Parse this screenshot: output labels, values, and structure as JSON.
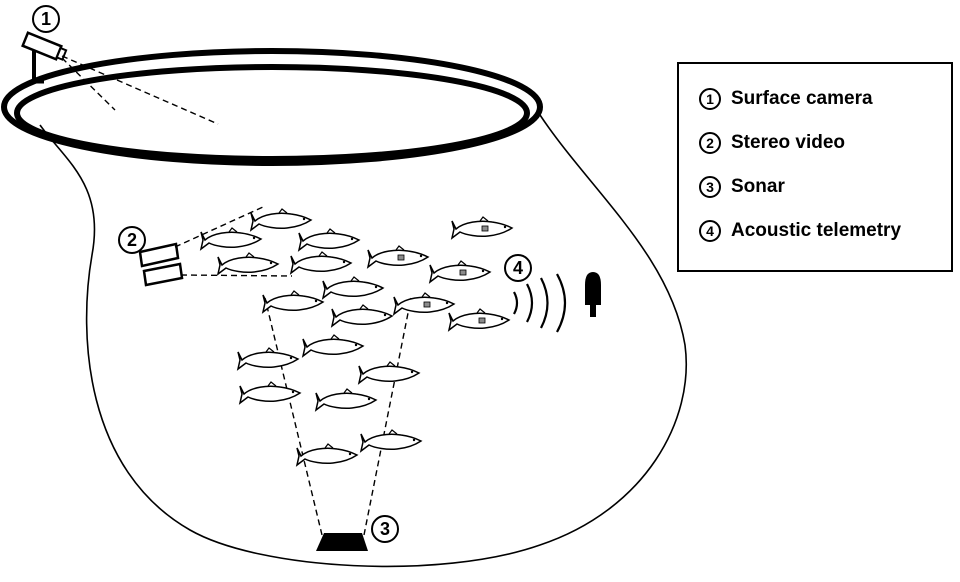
{
  "legend": {
    "items": [
      {
        "number": "1",
        "label": "Surface camera"
      },
      {
        "number": "2",
        "label": "Stereo video"
      },
      {
        "number": "3",
        "label": "Sonar"
      },
      {
        "number": "4",
        "label": "Acoustic telemetry"
      }
    ]
  },
  "markers": {
    "surface_camera": "1",
    "stereo_video": "2",
    "sonar": "3",
    "acoustic_telemetry": "4"
  },
  "colors": {
    "stroke": "#000000",
    "background": "#ffffff",
    "tag": "#8c8c8c"
  }
}
